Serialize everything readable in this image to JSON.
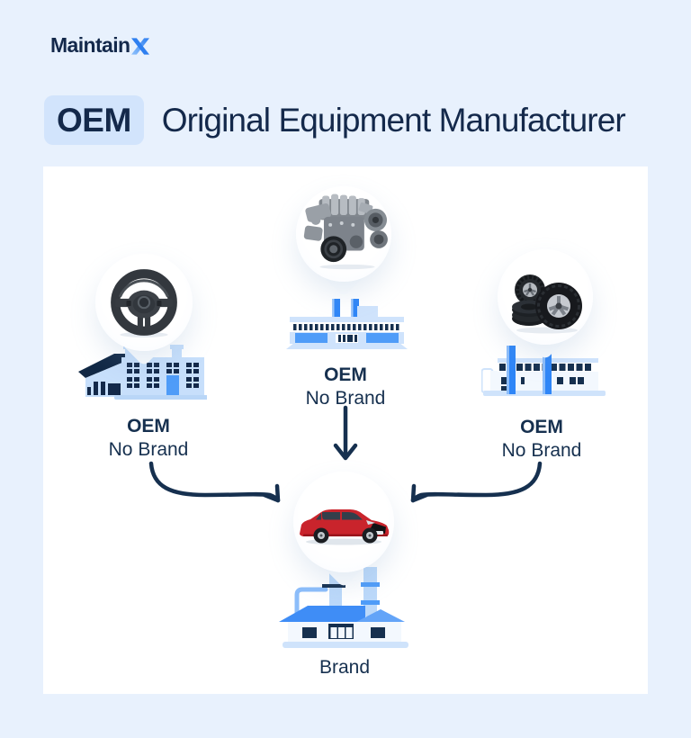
{
  "logo": {
    "maintain": "Maintain",
    "x": "X"
  },
  "header": {
    "badge": "OEM",
    "title": "Original Equipment Manufacturer"
  },
  "nodes": {
    "left": {
      "product": "steering-wheel",
      "line1": "OEM",
      "line2": "No Brand"
    },
    "center": {
      "product": "engine",
      "line1": "OEM",
      "line2": "No Brand"
    },
    "right": {
      "product": "tires",
      "line1": "OEM",
      "line2": "No Brand"
    },
    "bottom": {
      "product": "car",
      "label": "Brand"
    }
  },
  "colors": {
    "background": "#e8f1fd",
    "badge_bg": "#d2e4fc",
    "navy_text": "#16304f",
    "card": "#ffffff",
    "factory_light_blue": "#c7dffb",
    "factory_pale_blue": "#cfe3fc",
    "bright_blue": "#4f9cf8",
    "chimney_blue": "#2f86f7",
    "arrow": "#16304f",
    "car_red": "#c9242c"
  }
}
